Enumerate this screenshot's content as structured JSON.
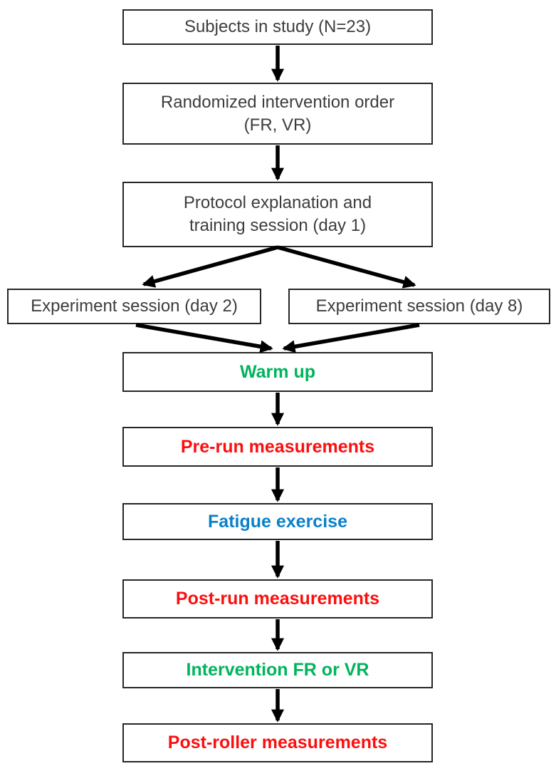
{
  "figure": {
    "type": "flowchart",
    "background": "#ffffff",
    "colors": {
      "box_border": "#262626",
      "plain_text": "#3d3d3d",
      "arrow": "#000000",
      "green": "#00b45c",
      "red": "#fb0f0f",
      "blue": "#0a80ca"
    },
    "nodes": {
      "subjects": {
        "lines": [
          "Subjects in study (N=23)"
        ],
        "color": "#3d3d3d",
        "bold": false
      },
      "randomized": {
        "lines": [
          "Randomized intervention order",
          "(FR, VR)"
        ],
        "color": "#3d3d3d",
        "bold": false
      },
      "protocol": {
        "lines": [
          "Protocol explanation and",
          "training session (day 1)"
        ],
        "color": "#3d3d3d",
        "bold": false
      },
      "session_day2": {
        "lines": [
          "Experiment session (day 2)"
        ],
        "color": "#3d3d3d",
        "bold": false
      },
      "session_day8": {
        "lines": [
          "Experiment session (day 8)"
        ],
        "color": "#3d3d3d",
        "bold": false
      },
      "warm_up": {
        "lines": [
          "Warm up"
        ],
        "color": "#00b45c",
        "bold": true
      },
      "pre_run": {
        "lines": [
          "Pre-run measurements"
        ],
        "color": "#fb0f0f",
        "bold": true
      },
      "fatigue": {
        "lines": [
          "Fatigue exercise"
        ],
        "color": "#0a80ca",
        "bold": true
      },
      "post_run": {
        "lines": [
          "Post-run measurements"
        ],
        "color": "#fb0f0f",
        "bold": true
      },
      "intervention": {
        "lines": [
          "Intervention FR or VR"
        ],
        "color": "#00b45c",
        "bold": true
      },
      "post_roller": {
        "lines": [
          "Post-roller measurements"
        ],
        "color": "#fb0f0f",
        "bold": true
      }
    },
    "edges": [
      {
        "from": "subjects",
        "to": "randomized"
      },
      {
        "from": "randomized",
        "to": "protocol"
      },
      {
        "from": "protocol",
        "to": "session_day2"
      },
      {
        "from": "protocol",
        "to": "session_day8"
      },
      {
        "from": "session_day2",
        "to": "warm_up"
      },
      {
        "from": "session_day8",
        "to": "warm_up"
      },
      {
        "from": "warm_up",
        "to": "pre_run"
      },
      {
        "from": "pre_run",
        "to": "fatigue"
      },
      {
        "from": "fatigue",
        "to": "post_run"
      },
      {
        "from": "post_run",
        "to": "intervention"
      },
      {
        "from": "intervention",
        "to": "post_roller"
      }
    ]
  }
}
